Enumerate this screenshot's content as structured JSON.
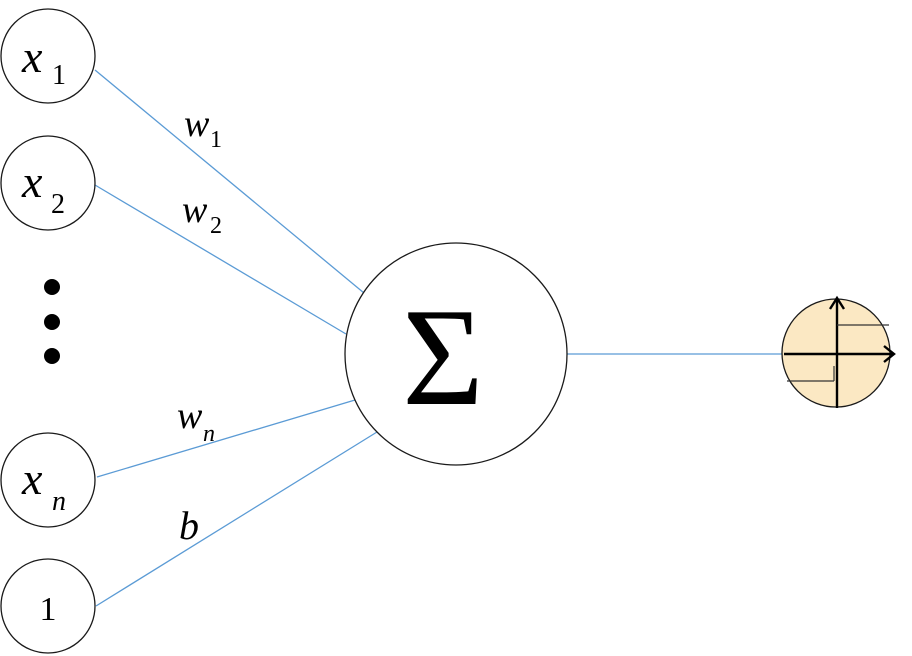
{
  "inputs": {
    "x1": {
      "var": "x",
      "sub": "1"
    },
    "x2": {
      "var": "x",
      "sub": "2"
    },
    "xn": {
      "var": "x",
      "sub": "n"
    },
    "bias": {
      "label": "1"
    }
  },
  "weights": {
    "w1": {
      "var": "w",
      "sub": "1"
    },
    "w2": {
      "var": "w",
      "sub": "2"
    },
    "wn": {
      "var": "w",
      "sub": "n"
    },
    "b": {
      "var": "b"
    }
  },
  "sum_node": {
    "symbol": "Σ"
  },
  "activation": {
    "icon": "step-function-icon",
    "fill": "#fbe8c3"
  },
  "colors": {
    "edge": "#5b9bd5",
    "stroke": "#1a1a1a"
  }
}
